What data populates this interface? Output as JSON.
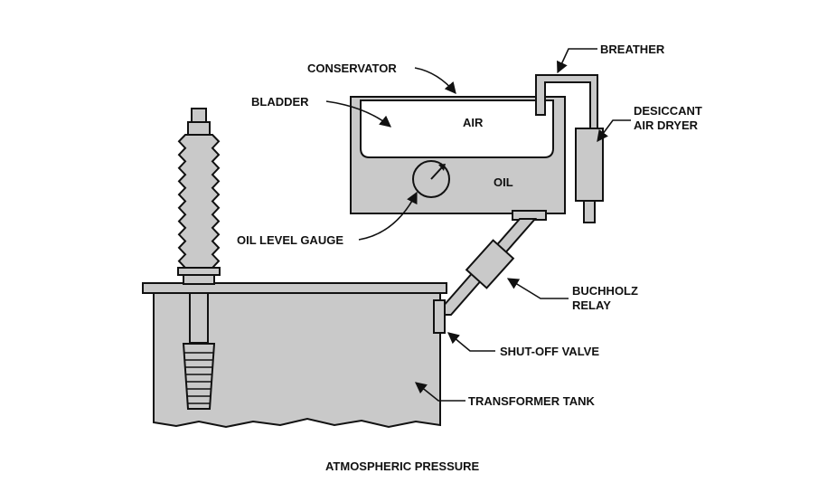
{
  "colors": {
    "fill": "#c9c9c9",
    "line": "#111111",
    "background": "#ffffff"
  },
  "labels": {
    "conservator": "CONSERVATOR",
    "breather": "BREATHER",
    "bladder": "BLADDER",
    "air": "AIR",
    "desiccant_line1": "DESICCANT",
    "desiccant_line2": "AIR DRYER",
    "oil": "OIL",
    "oil_level_gauge": "OIL LEVEL GAUGE",
    "buchholz_line1": "BUCHHOLZ",
    "buchholz_line2": "RELAY",
    "shutoff_valve": "SHUT-OFF VALVE",
    "transformer_tank": "TRANSFORMER TANK",
    "caption": "ATMOSPHERIC PRESSURE"
  }
}
